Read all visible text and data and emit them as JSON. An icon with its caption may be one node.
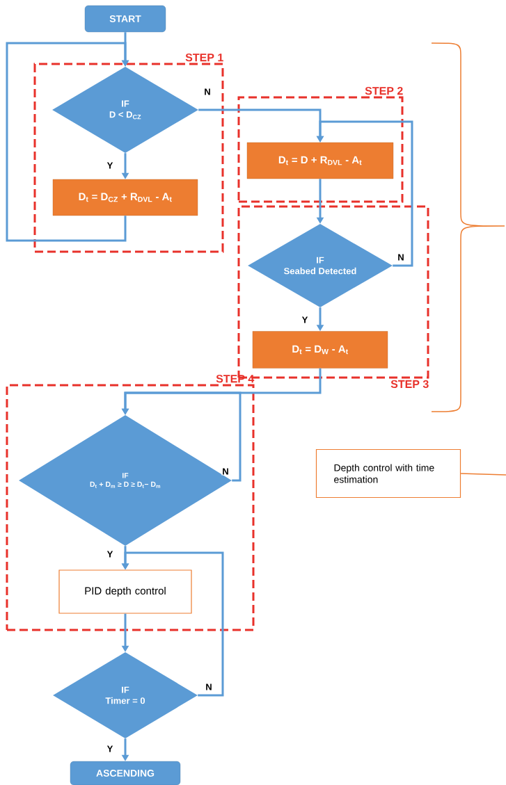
{
  "diagram": {
    "nodes": [
      {
        "text": [
          "START"
        ]
      },
      {
        "text": [
          "STEP 1"
        ]
      },
      {
        "text": [
          "IF",
          "D < D$_{CZ}$"
        ],
        "in": 1
      },
      {
        "text": [
          "D$_{t}$ = D$_{CZ}$ + R$_{DVL}$ - A$_{t}$"
        ],
        "in": 1
      },
      {
        "text": [
          "STEP 2"
        ]
      },
      {
        "text": [
          "D$_{t}$ = D + R$_{DVL}$ - A$_{t}$"
        ],
        "in": 4
      },
      {
        "text": [
          "STEP 3"
        ]
      },
      {
        "text": [
          "IF",
          "Seabed Detected"
        ],
        "in": 6
      },
      {
        "text": [
          "D$_{t}$ = D$_{W}$ - A$_{t}$"
        ],
        "in": 6
      },
      {
        "text": [
          "STEP 4"
        ]
      },
      {
        "text": [
          "IF",
          "D$_{t}$ + D$_{m}$ ≥ D ≥ D$_{t}$− D$_{m}$"
        ],
        "in": 9
      },
      {
        "text": [
          "PID depth control"
        ],
        "in": 9
      },
      {
        "text": [
          "IF",
          "Timer = 0"
        ]
      },
      {
        "text": [
          "ASCENDING"
        ]
      },
      {
        "text": [
          "Depth control with time estimation"
        ]
      }
    ],
    "edges": [
      {
        "from": 0,
        "to": 2,
        "arrow": "to"
      },
      {
        "from": 2,
        "to": 3,
        "arrow": "to",
        "label": "Y"
      },
      {
        "from": 3,
        "to": 2,
        "arrow": "to"
      },
      {
        "from": 2,
        "to": 5,
        "arrow": "to",
        "label": "N"
      },
      {
        "from": 5,
        "to": 7,
        "arrow": "to"
      },
      {
        "from": 7,
        "to": 5,
        "arrow": "to",
        "label": "N"
      },
      {
        "from": 7,
        "to": 8,
        "arrow": "to",
        "label": "Y"
      },
      {
        "from": 8,
        "to": 10,
        "arrow": "to"
      },
      {
        "from": 10,
        "to": 10,
        "arrow": "to",
        "label": "N"
      },
      {
        "from": 10,
        "to": 11,
        "arrow": "to",
        "label": "Y"
      },
      {
        "from": 11,
        "to": 12,
        "arrow": "to"
      },
      {
        "from": 12,
        "to": 11,
        "arrow": "to",
        "label": "N"
      },
      {
        "from": 12,
        "to": 13,
        "arrow": "to",
        "label": "Y"
      },
      {
        "from": 14,
        "to": null,
        "arrow": "none",
        "color": "#ed7d31"
      }
    ]
  }
}
